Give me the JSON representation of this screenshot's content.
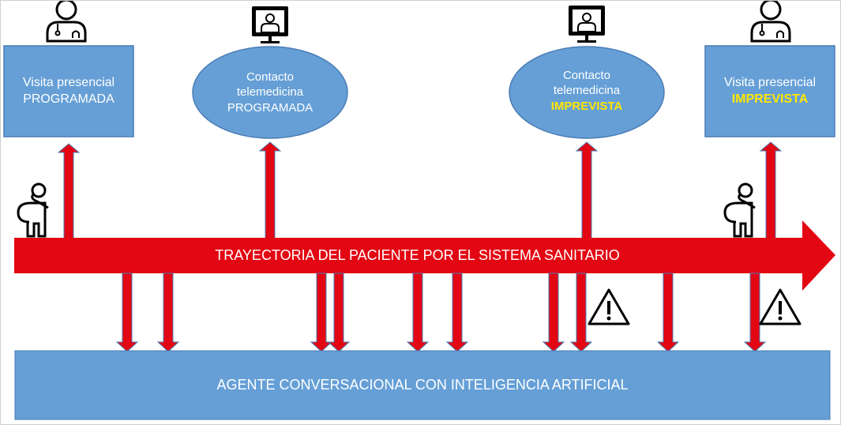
{
  "nodes": {
    "visit_scheduled": {
      "line1": "Visita presencial",
      "line2": "PROGRAMADA"
    },
    "tele_scheduled": {
      "line1": "Contacto",
      "line2": "telemedicina",
      "line3": "PROGRAMADA"
    },
    "tele_unscheduled": {
      "line1": "Contacto",
      "line2": "telemedicina",
      "line3": "IMPREVISTA"
    },
    "visit_unscheduled": {
      "line1": "Visita presencial",
      "line2": "IMPREVISTA"
    }
  },
  "trajectory_label": "TRAYECTORIA DEL PACIENTE POR EL SISTEMA SANITARIO",
  "agent_label": "AGENTE CONVERSACIONAL CON INTELIGENCIA ARTIFICIAL",
  "colors": {
    "box": "#659fd6",
    "box_border": "#4a7cb5",
    "arrow": "#e30613",
    "highlight": "#ffe600"
  }
}
